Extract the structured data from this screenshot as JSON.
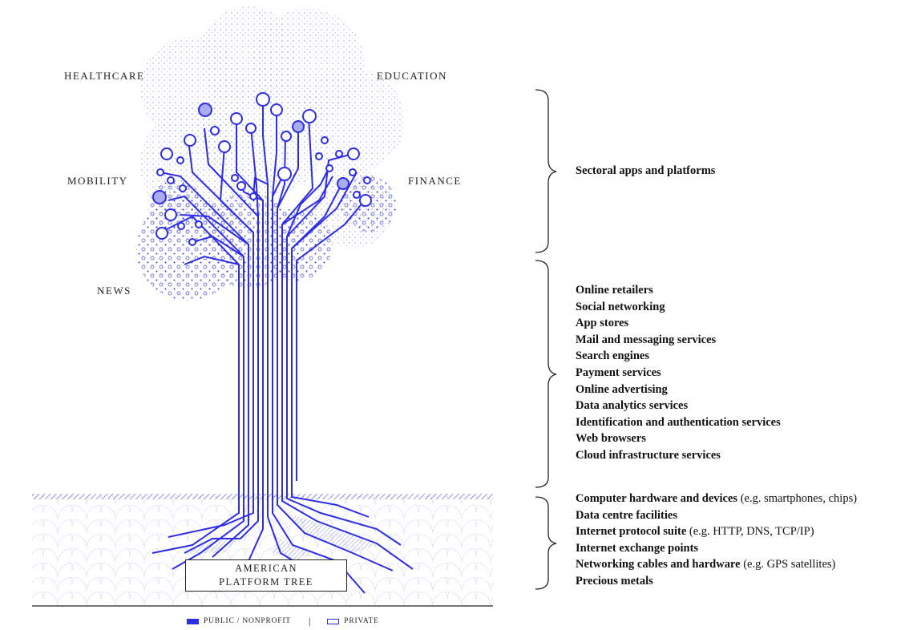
{
  "sectors": [
    {
      "id": "healthcare",
      "label": "HEALTHCARE"
    },
    {
      "id": "education",
      "label": "EDUCATION"
    },
    {
      "id": "mobility",
      "label": "MOBILITY"
    },
    {
      "id": "finance",
      "label": "FINANCE"
    },
    {
      "id": "news",
      "label": "NEWS"
    }
  ],
  "layers": {
    "apps": {
      "title": "Sectoral apps and platforms"
    },
    "services": {
      "items": [
        "Online retailers",
        "Social networking",
        "App stores",
        "Mail and messaging services",
        "Search engines",
        "Payment services",
        "Online advertising",
        "Data analytics services",
        "Identification and authentication services",
        "Web browsers",
        "Cloud infrastructure services"
      ]
    },
    "infrastructure": {
      "items": [
        {
          "label": "Computer hardware and devices",
          "note": " (e.g. smartphones, chips)"
        },
        {
          "label": "Data centre facilities",
          "note": ""
        },
        {
          "label": "Internet protocol suite",
          "note": " (e.g. HTTP, DNS, TCP/IP)"
        },
        {
          "label": "Internet exchange points",
          "note": ""
        },
        {
          "label": "Networking cables and hardware",
          "note": " (e.g. GPS satellites)"
        },
        {
          "label": "Precious metals",
          "note": ""
        }
      ]
    }
  },
  "tree_label": {
    "line1": "AMERICAN",
    "line2": "PLATFORM TREE"
  },
  "legend": {
    "public_label": "PUBLIC / NONPROFIT",
    "separator": "|",
    "private_label": "PRIVATE"
  },
  "colors": {
    "branch": "#2d2de6",
    "public_fill": "#2d2de6",
    "private_fill": "#ffffff",
    "node_filled": "#a9acf0",
    "canopy_dots": "#8e95e6",
    "ground_pattern": "#b9c0ef",
    "text": "#111111"
  }
}
